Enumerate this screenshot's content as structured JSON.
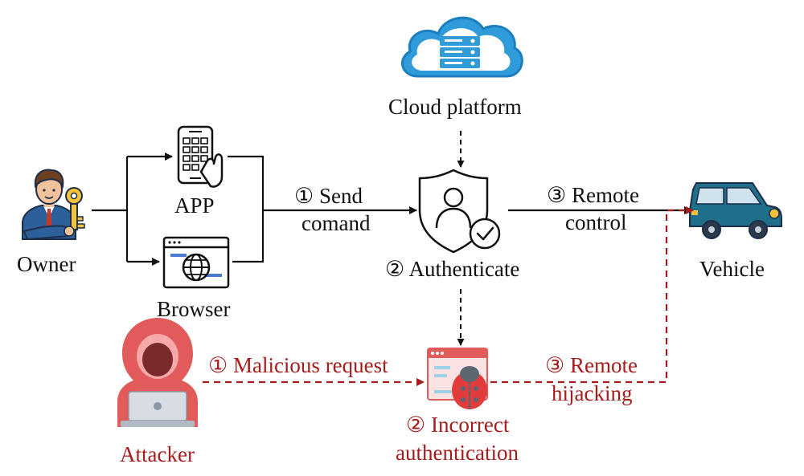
{
  "nodes": {
    "cloud": {
      "label": "Cloud platform",
      "icon": "cloud-server-icon"
    },
    "owner": {
      "label": "Owner",
      "icon": "businessman-key-icon"
    },
    "app": {
      "label": "APP",
      "icon": "smartphone-app-icon"
    },
    "browser": {
      "label": "Browser",
      "icon": "browser-globe-icon"
    },
    "authenticate": {
      "label": "② Authenticate",
      "icon": "shield-user-check-icon"
    },
    "vehicle": {
      "label": "Vehicle",
      "icon": "car-icon"
    },
    "attacker": {
      "label": "Attacker",
      "icon": "hooded-hacker-icon"
    },
    "bug": {
      "icon": "browser-bug-icon"
    }
  },
  "edges": {
    "send_command": {
      "line1": "① Send",
      "line2": "comand"
    },
    "remote_control": {
      "line1": "③ Remote",
      "line2": "control"
    },
    "malicious_request": {
      "label": "① Malicious request"
    },
    "remote_hijacking": {
      "line1": "③ Remote",
      "line2": "hijacking"
    },
    "incorrect_auth": {
      "line1": "② Incorrect",
      "line2": "authentication"
    }
  },
  "colors": {
    "normal_flow": "#111111",
    "attack_flow": "#a61c1c",
    "cloud_blue": "#2f9bd8",
    "car_teal": "#1f6f8b",
    "hacker_red": "#e25b5b"
  }
}
